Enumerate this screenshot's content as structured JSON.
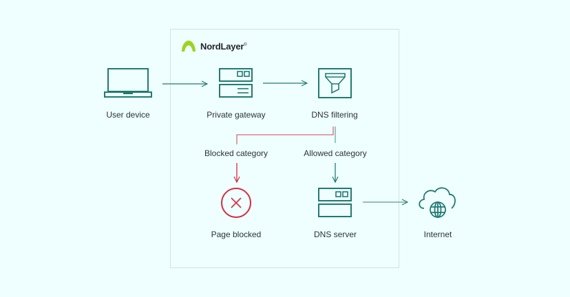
{
  "brand": {
    "name": "NordLayer",
    "trademark": "®",
    "logo_color": "#9fd321"
  },
  "colors": {
    "primary": "#1f7a72",
    "blocked": "#d8293d",
    "blocked_line": "#d96a78",
    "text": "#2b3339",
    "frame": "#cfe3e1",
    "background": "#effefe"
  },
  "nodes": {
    "user_device": {
      "label": "User device",
      "icon": "laptop-icon"
    },
    "private_gateway": {
      "label": "Private gateway",
      "icon": "server-icon"
    },
    "dns_filtering": {
      "label": "DNS filtering",
      "icon": "funnel-filter-icon"
    },
    "page_blocked": {
      "label": "Page blocked",
      "icon": "x-circle-icon"
    },
    "dns_server": {
      "label": "DNS server",
      "icon": "server-icon"
    },
    "internet": {
      "label": "Internet",
      "icon": "cloud-globe-icon"
    }
  },
  "branches": {
    "blocked": "Blocked category",
    "allowed": "Allowed category"
  }
}
